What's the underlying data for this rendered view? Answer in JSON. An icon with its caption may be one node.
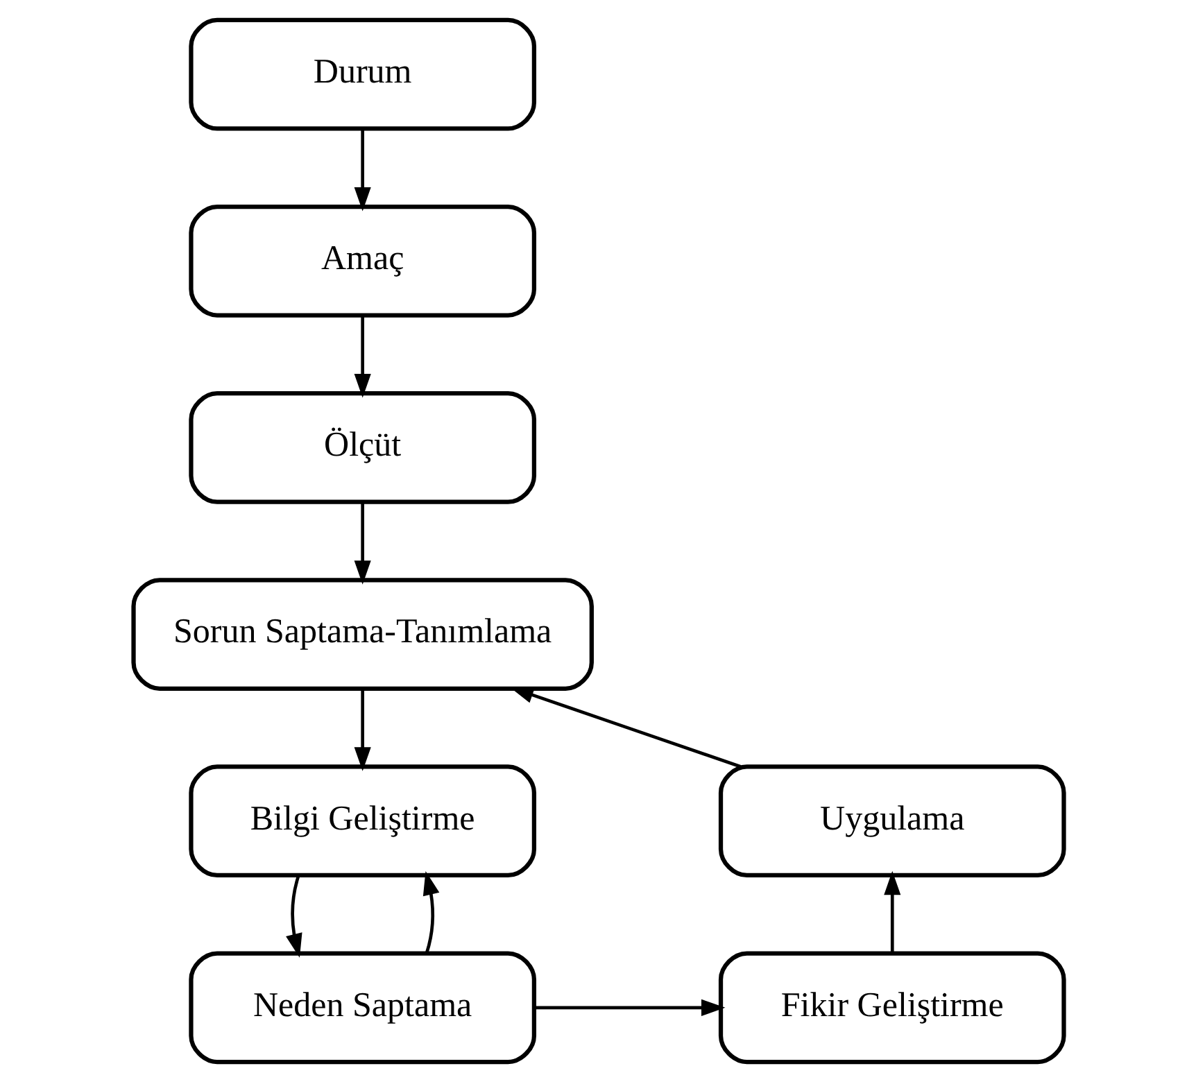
{
  "diagram": {
    "nodes": [
      {
        "text": [
          "Durum"
        ]
      },
      {
        "text": [
          "Amaç"
        ]
      },
      {
        "text": [
          "Ölçüt"
        ]
      },
      {
        "text": [
          "Sorun Saptama-Tanımlama"
        ]
      },
      {
        "text": [
          "Bilgi Geliştirme"
        ]
      },
      {
        "text": [
          "Neden Saptama"
        ]
      },
      {
        "text": [
          "Fikir Geliştirme"
        ]
      },
      {
        "text": [
          "Uygulama"
        ]
      }
    ],
    "edges": [
      {
        "from": 0,
        "to": 1,
        "arrow": "to"
      },
      {
        "from": 1,
        "to": 2,
        "arrow": "to"
      },
      {
        "from": 2,
        "to": 3,
        "arrow": "to"
      },
      {
        "from": 3,
        "to": 4,
        "arrow": "to"
      },
      {
        "from": 4,
        "to": 5,
        "arrow": "to"
      },
      {
        "from": 5,
        "to": 4,
        "arrow": "to"
      },
      {
        "from": 5,
        "to": 6,
        "arrow": "to"
      },
      {
        "from": 6,
        "to": 7,
        "arrow": "to"
      },
      {
        "from": 7,
        "to": 3,
        "arrow": "to"
      }
    ]
  }
}
